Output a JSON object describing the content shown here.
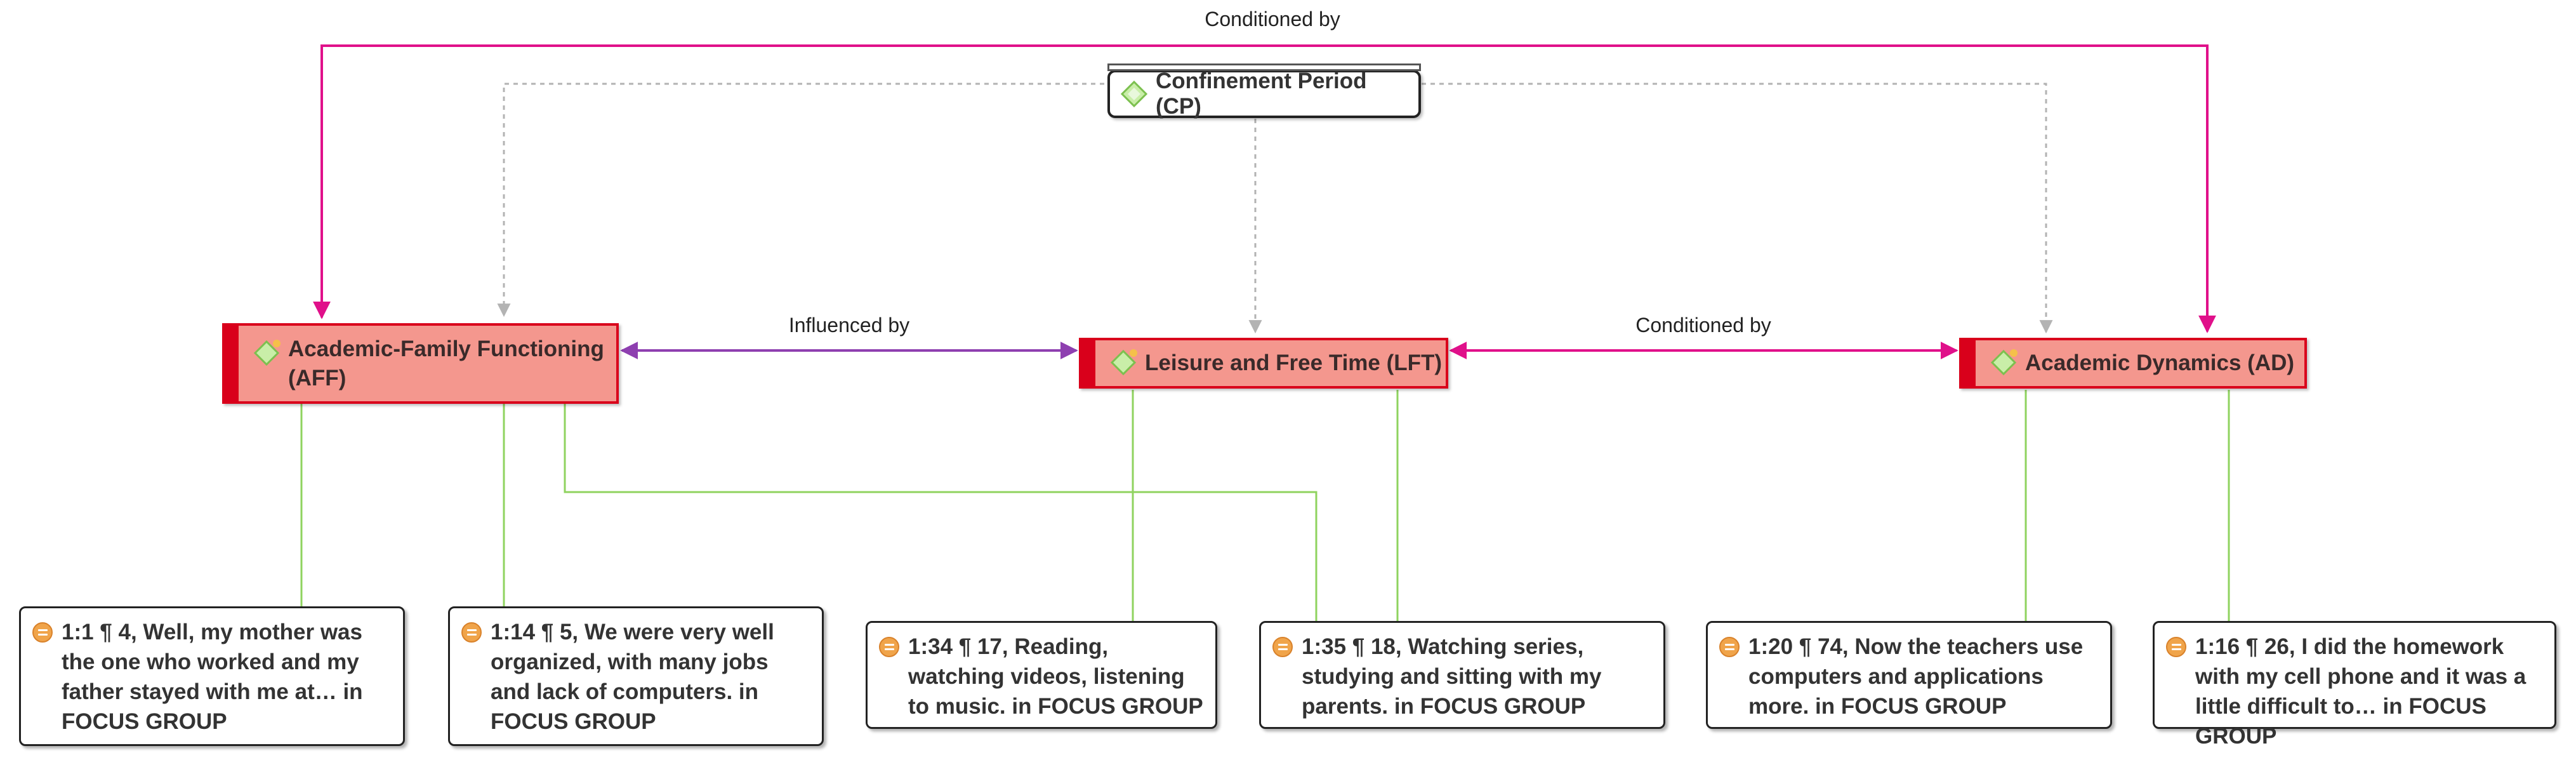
{
  "relations": {
    "top_conditioned": "Conditioned by",
    "influenced": "Influenced by",
    "mid_conditioned": "Conditioned by"
  },
  "codes": {
    "cp": "Confinement Period (CP)",
    "aff": "Academic-Family Functioning (AFF)",
    "lft": "Leisure and Free Time (LFT)",
    "ad": "Academic Dynamics (AD)"
  },
  "quotations": [
    "1:1 ¶ 4, Well, my mother was the one who worked and my father stayed with me at… in FOCUS GROUP",
    "1:14 ¶ 5, We were very well organized, with many jobs and lack of computers. in FOCUS GROUP",
    "1:34 ¶ 17, Reading, watching videos, listening to music. in FOCUS GROUP",
    "1:35 ¶ 18, Watching series, studying and sitting with my parents. in FOCUS GROUP",
    "1:20 ¶ 74, Now the teachers use computers and applications more. in FOCUS GROUP",
    "1:16 ¶ 26, I did the homework with my cell phone and it was a little difficult to… in FOCUS GROUP"
  ],
  "colors": {
    "conditioned": "#e0108a",
    "influenced": "#8e3fb0",
    "link": "#8fd35f",
    "dotted": "#b3b3b3",
    "code_fill": "#f4978e",
    "code_border": "#d9001b"
  },
  "icons": {
    "code": "diamond-code-icon",
    "quotation": "quotation-icon"
  }
}
